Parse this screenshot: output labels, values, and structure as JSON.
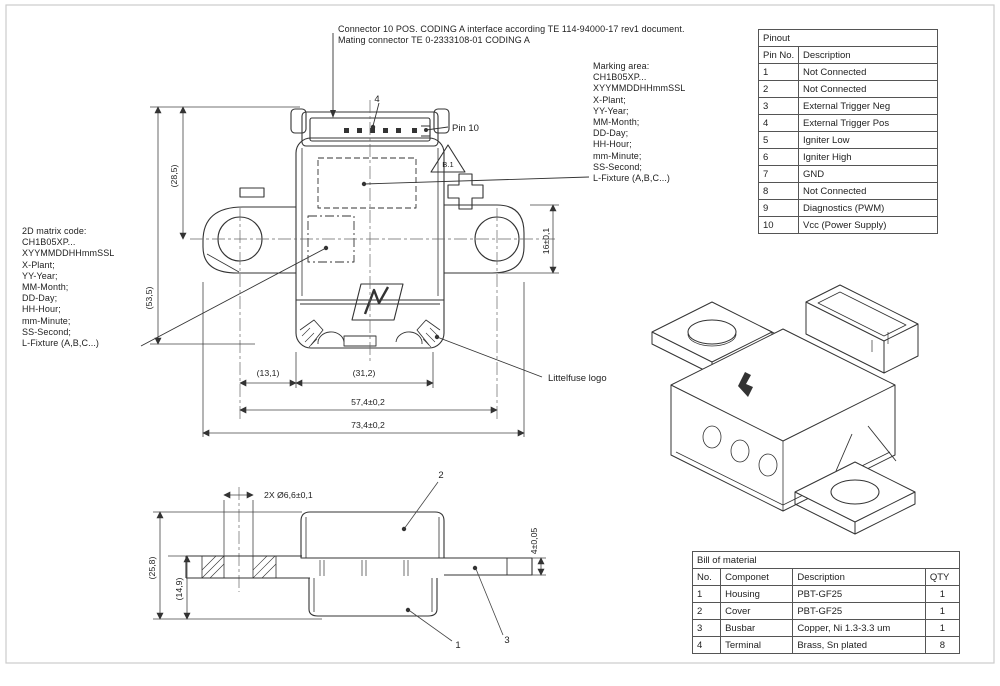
{
  "notes": {
    "connector": [
      "Connector 10 POS. CODING A interface according TE 114-94000-17 rev1 document.",
      "Mating connector TE 0-2333108-01 CODING A"
    ],
    "marking_area": [
      "Marking area:",
      "CH1B05XP...",
      "XYYMMDDHHmmSSL",
      "X-Plant;",
      "YY-Year;",
      "MM-Month;",
      "DD-Day;",
      "HH-Hour;",
      "mm-Minute;",
      "SS-Second;",
      "L-Fixture (A,B,C...)"
    ],
    "matrix_code": [
      "2D matrix code:",
      "CH1B05XP...",
      "XYYMMDDHHmmSSL",
      "X-Plant;",
      "YY-Year;",
      "MM-Month;",
      "DD-Day;",
      "HH-Hour;",
      "mm-Minute;",
      "SS-Second;",
      "L-Fixture (A,B,C...)"
    ],
    "littelfuse_logo": "Littelfuse logo",
    "pin10": "Pin 10",
    "revision": "B.1"
  },
  "callouts": {
    "c1": "1",
    "c2": "2",
    "c3": "3",
    "c4": "4"
  },
  "dimensions": {
    "front": {
      "height_upper": "(28,5)",
      "height_total": "(53,5)",
      "hole_offset": "(13,1)",
      "body_width": "(31,2)",
      "hole_spacing": "57,4±0,2",
      "total_width": "73,4±0,2",
      "tab_height": "16±0,1"
    },
    "side": {
      "holes": "2X Ø6,6±0,1",
      "height_total": "(25,8)",
      "height_busbar": "(14,9)",
      "busbar_thickness": "4±0,05"
    }
  },
  "tables": {
    "pinout": {
      "title": "Pinout",
      "columns": [
        "Pin No.",
        "Description"
      ],
      "rows": [
        [
          "1",
          "Not Connected"
        ],
        [
          "2",
          "Not Connected"
        ],
        [
          "3",
          "External Trigger Neg"
        ],
        [
          "4",
          "External Trigger Pos"
        ],
        [
          "5",
          "Igniter Low"
        ],
        [
          "6",
          "Igniter High"
        ],
        [
          "7",
          "GND"
        ],
        [
          "8",
          "Not Connected"
        ],
        [
          "9",
          "Diagnostics (PWM)"
        ],
        [
          "10",
          "Vcc (Power Supply)"
        ]
      ]
    },
    "bom": {
      "title": "Bill of material",
      "columns": [
        "No.",
        "Componet",
        "Description",
        "QTY"
      ],
      "rows": [
        [
          "1",
          "Housing",
          "PBT-GF25",
          "1"
        ],
        [
          "2",
          "Cover",
          "PBT-GF25",
          "1"
        ],
        [
          "3",
          "Busbar",
          "Copper, Ni 1.3-3.3 um",
          "1"
        ],
        [
          "4",
          "Terminal",
          "Brass, Sn plated",
          "8"
        ]
      ]
    }
  },
  "colors": {
    "line": "#333333",
    "dim": "#444444",
    "text": "#222222",
    "frame": "#cccccc"
  }
}
